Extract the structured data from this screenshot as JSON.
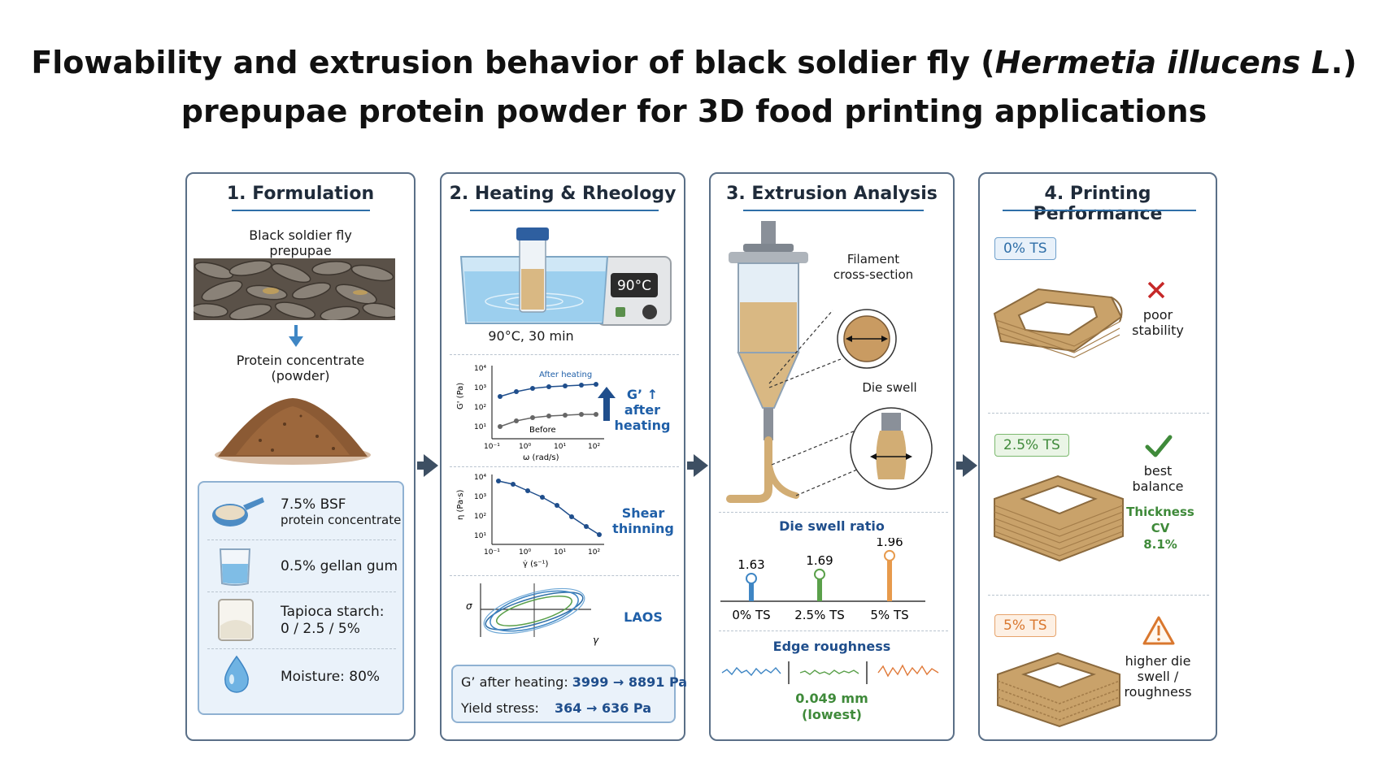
{
  "title": {
    "line1_pre": "Flowability and extrusion behavior of black soldier fly (",
    "line1_italic": "Hermetia illucens L",
    "line1_post": ".)",
    "line2": "prepupae protein powder for 3D food printing applications"
  },
  "panel1": {
    "title": "1. Formulation",
    "prepupae_label_1": "Black soldier fly",
    "prepupae_label_2": "prepupae",
    "powder_label_1": "Protein concentrate",
    "powder_label_2": "(powder)",
    "ingredients": [
      {
        "line1": "7.5% BSF",
        "line2": "protein concentrate",
        "icon": "scoop-icon"
      },
      {
        "line1": "0.5% gellan gum",
        "line2": "",
        "icon": "beaker-icon"
      },
      {
        "line1": "Tapioca starch:",
        "line2": "0 / 2.5 / 5%",
        "icon": "jar-icon"
      },
      {
        "line1": "Moisture: 80%",
        "line2": "",
        "icon": "water-drop-icon"
      }
    ]
  },
  "panel2": {
    "title": "2. Heating & Rheology",
    "bath_display": "90°C",
    "bath_caption": "90°C, 30 min",
    "chart1": {
      "ylabel": "G' (Pa)",
      "xlabel": "ω (rad/s)",
      "yticks": [
        "10⁴",
        "10³",
        "10²",
        "10¹"
      ],
      "xticks": [
        "10⁻¹",
        "10⁰",
        "10¹",
        "10²"
      ],
      "series_after": "After heating",
      "series_before": "Before",
      "note_1": "G’ ↑",
      "note_2": "after",
      "note_3": "heating"
    },
    "chart2": {
      "ylabel": "η (Pa·s)",
      "xlabel": "γ̇ (s⁻¹)",
      "yticks": [
        "10⁴",
        "10³",
        "10²",
        "10¹"
      ],
      "xticks": [
        "10⁻¹",
        "10⁰",
        "10¹",
        "10²"
      ],
      "note_1": "Shear",
      "note_2": "thinning"
    },
    "chart3": {
      "ylabel": "σ",
      "xlabel": "γ",
      "note": "LAOS"
    },
    "summary": {
      "row1_label": "G’ after heating:",
      "row1_value": "3999 → 8891 Pa",
      "row2_label": "Yield stress:",
      "row2_value": "364 → 636 Pa"
    }
  },
  "panel3": {
    "title": "3. Extrusion Analysis",
    "filament_label_1": "Filament",
    "filament_label_2": "cross-section",
    "die_swell_label": "Die swell",
    "chart_data": {
      "type": "bar",
      "title": "Die swell ratio",
      "categories": [
        "0% TS",
        "2.5% TS",
        "5% TS"
      ],
      "values": [
        1.63,
        1.69,
        1.96
      ],
      "colors": [
        "#3f86c4",
        "#5aa04a",
        "#e79a4c"
      ]
    },
    "roughness_title": "Edge roughness",
    "roughness_value": "0.049 mm",
    "roughness_note": "(lowest)"
  },
  "panel4": {
    "title": "4. Printing Performance",
    "rows": [
      {
        "tag": "0% TS",
        "tag_color": "#2f6fa8",
        "tag_bg": "#e8f1fa",
        "icon": "cross-icon",
        "line1": "poor",
        "line2": "stability",
        "line3": "",
        "extra1": "",
        "extra2": ""
      },
      {
        "tag": "2.5% TS",
        "tag_color": "#3f8a3a",
        "tag_bg": "#eaf5e6",
        "icon": "check-icon",
        "line1": "best",
        "line2": "balance",
        "line3": "",
        "extra1": "Thickness CV",
        "extra2": "8.1%"
      },
      {
        "tag": "5% TS",
        "tag_color": "#d9772e",
        "tag_bg": "#fdf0e4",
        "icon": "warning-icon",
        "line1": "higher die",
        "line2": "swell /",
        "line3": "roughness",
        "extra1": "",
        "extra2": ""
      }
    ]
  }
}
